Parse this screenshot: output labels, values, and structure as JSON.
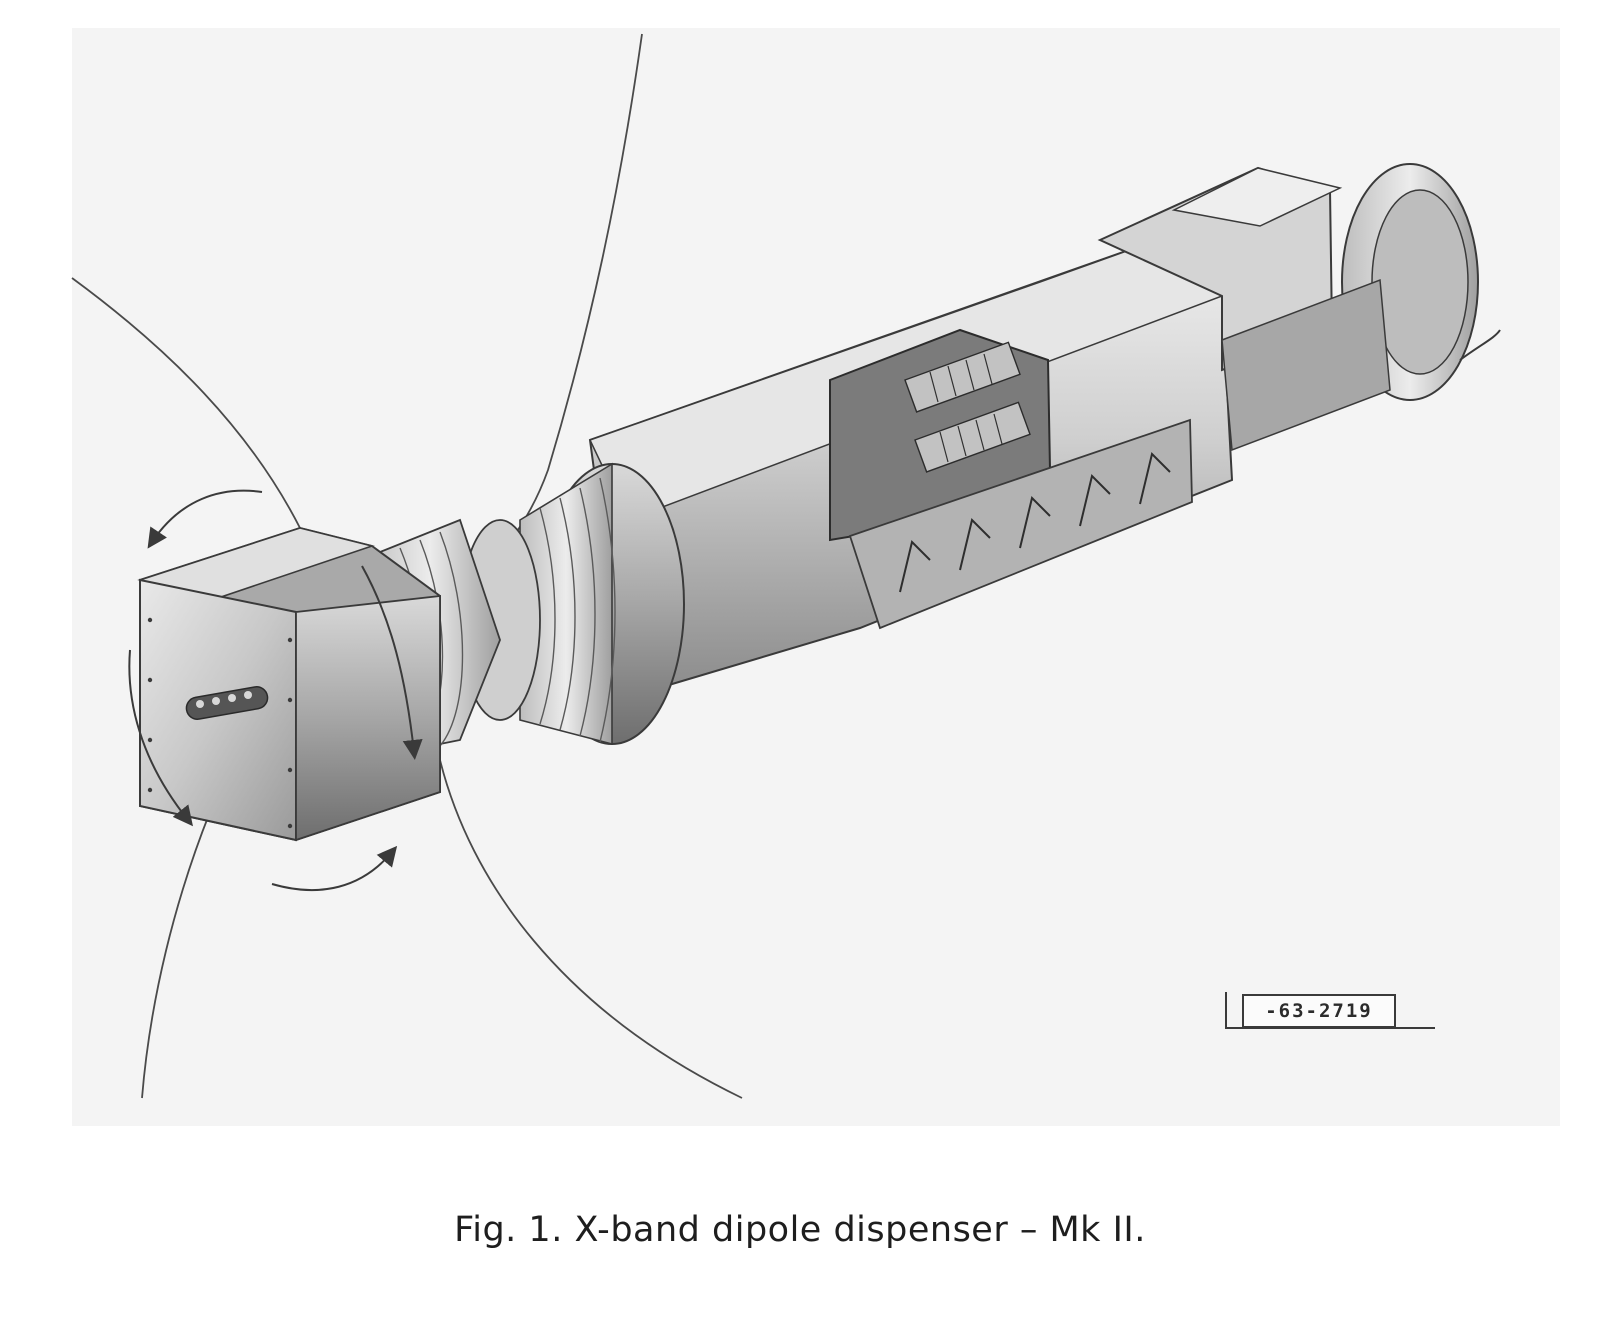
{
  "figure": {
    "reference_code": "-63-2719",
    "caption": "Fig. 1.  X-band dipole dispenser – Mk II.",
    "illustration_subject": "cutaway drawing of cylindrical dispenser unit with rotating end cap and dispersal flight lines"
  }
}
